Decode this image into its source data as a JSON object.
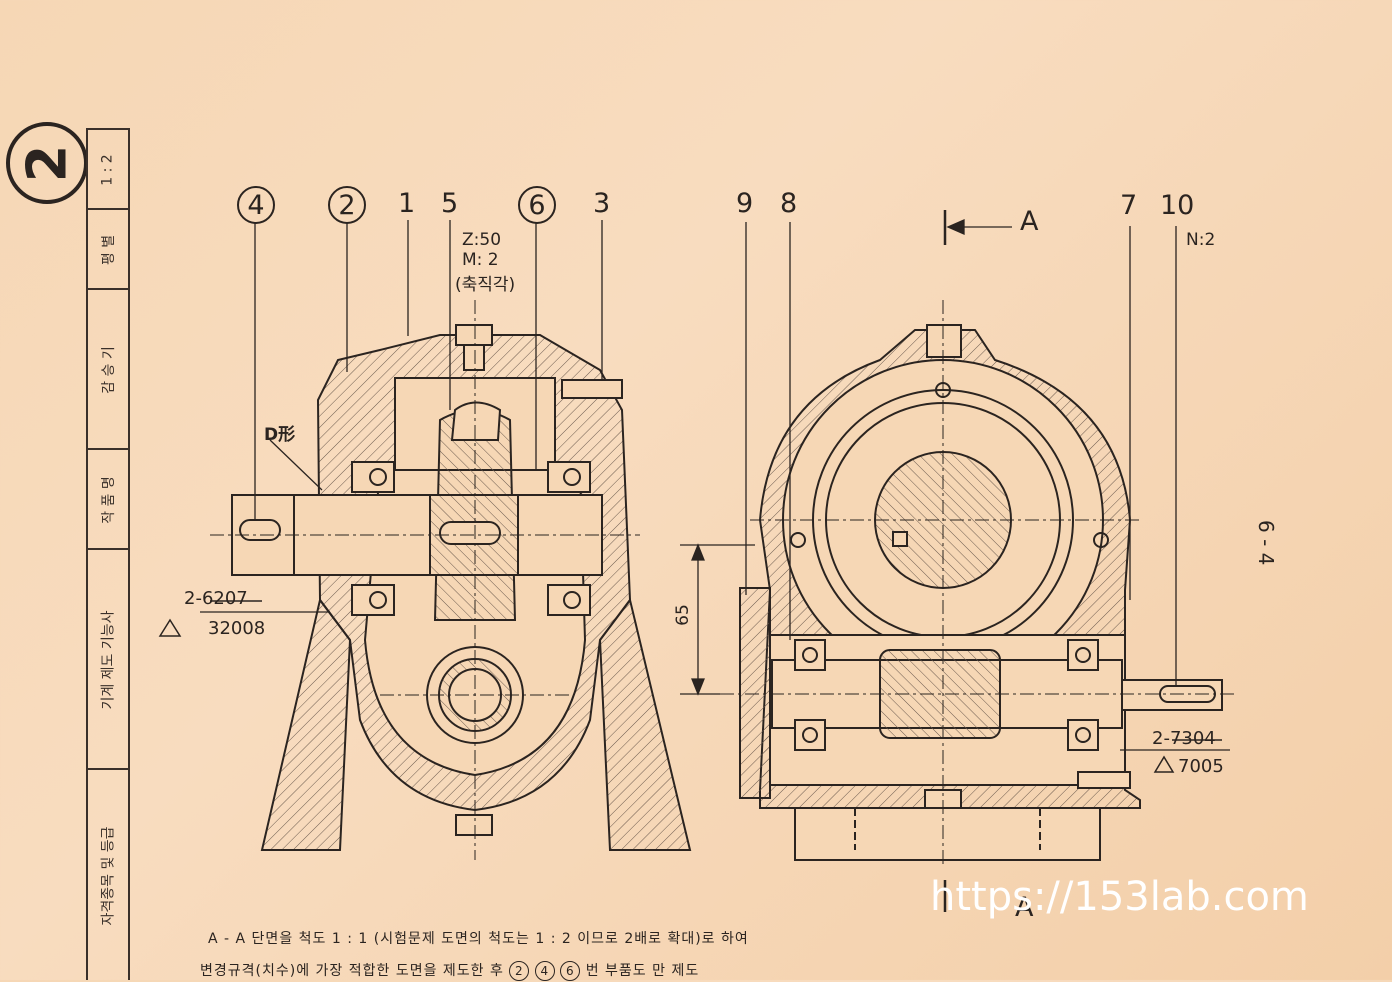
{
  "sheet": {
    "problem_number": "2",
    "scale": "1 : 2",
    "sidebar": [
      "평 별",
      "감 승 기",
      "작 품 명",
      "기계 제도 기능사",
      "자격종목 및 등급"
    ],
    "page_number": "6 - 4",
    "watermark": "https://153lab.com"
  },
  "left_view": {
    "part_labels": {
      "p4": "4",
      "p2": "2",
      "p1": "1",
      "p5": "5",
      "p6": "6",
      "p3": "3"
    },
    "gear_spec": {
      "z": "Z:50",
      "m": "M: 2",
      "note": "(축직각)"
    },
    "d_note": "D形",
    "bearing_old": "2-6207",
    "bearing_new": "32008"
  },
  "right_view": {
    "part_labels": {
      "p9": "9",
      "p8": "8",
      "p7": "7",
      "p10": "10"
    },
    "section_mark_top": "A",
    "section_mark_bottom": "A",
    "n_note": "N:2",
    "dim_65": "65",
    "bearing_old": "2-7304",
    "bearing_new": "7005"
  },
  "notes": {
    "line1": "A - A 단면을 척도 1 : 1 (시험문제 도면의 척도는 1 : 2 이므로 2배로 확대)로 하여",
    "line2": "변경규격(치수)에 가장 적합한 도면을 제도한 후",
    "refs": [
      "2",
      "4",
      "6"
    ],
    "line2_tail": "번 부품도 만 제도"
  },
  "colors": {
    "paper": "#f6d7b5",
    "ink": "#2b2420",
    "hatch": "#6b5a4e"
  }
}
